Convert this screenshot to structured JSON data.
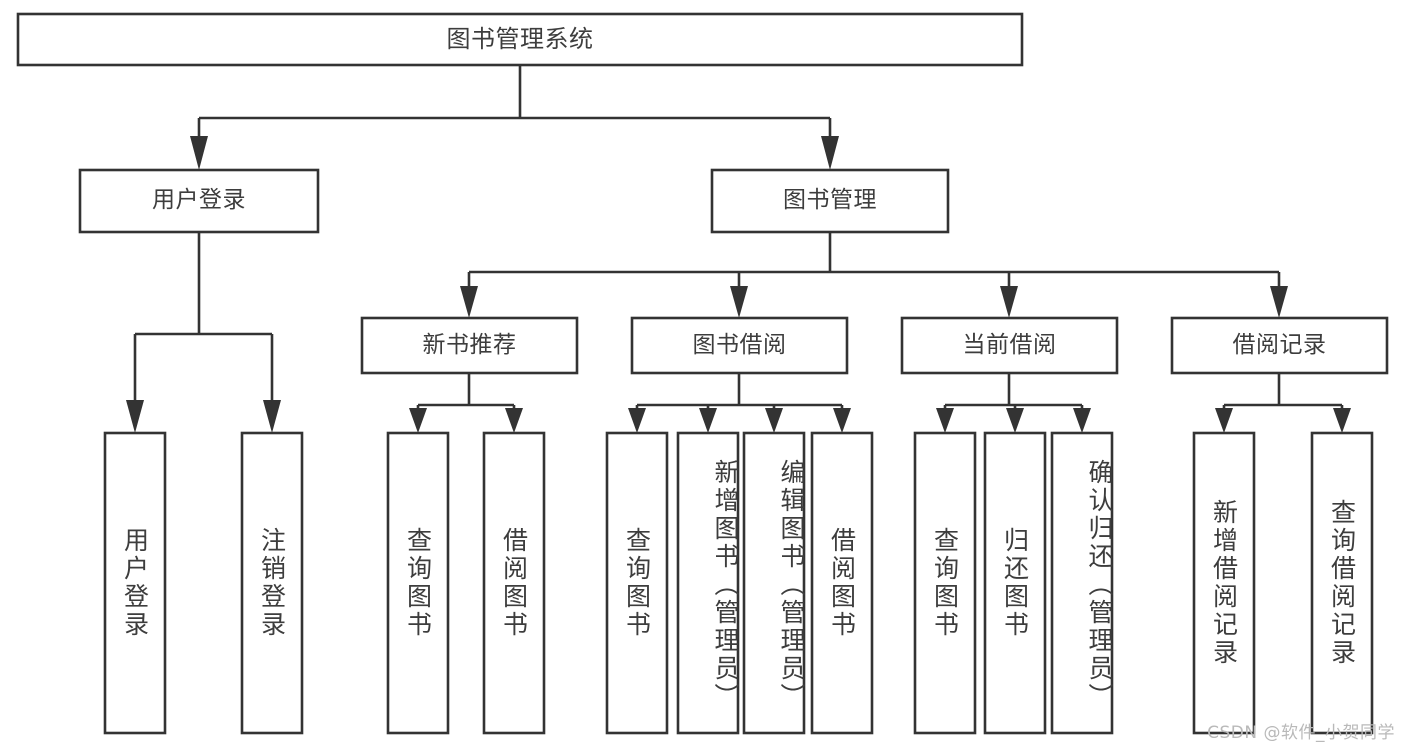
{
  "diagram": {
    "type": "tree-hierarchy",
    "title": "图书管理系统",
    "orientation": "top-down",
    "colors": {
      "box_fill": "#ffffff",
      "box_stroke": "#333333",
      "text": "#3d3d3d",
      "background": "#ffffff",
      "watermark": "#b9b9b9"
    },
    "levels": {
      "root": {
        "label": "图书管理系统"
      },
      "level2": [
        {
          "id": "user-login",
          "label": "用户登录"
        },
        {
          "id": "book-manage",
          "label": "图书管理"
        }
      ],
      "level3": [
        {
          "id": "new-book-recommend",
          "label": "新书推荐",
          "parent": "book-manage"
        },
        {
          "id": "book-borrow",
          "label": "图书借阅",
          "parent": "book-manage"
        },
        {
          "id": "current-borrow",
          "label": "当前借阅",
          "parent": "book-manage"
        },
        {
          "id": "borrow-record",
          "label": "借阅记录",
          "parent": "book-manage"
        }
      ],
      "leaves": [
        {
          "id": "leaf-user-login",
          "label": "用户登录",
          "parent": "user-login"
        },
        {
          "id": "leaf-logout",
          "label": "注销登录",
          "parent": "user-login"
        },
        {
          "id": "leaf-query-book-1",
          "label": "查询图书",
          "parent": "new-book-recommend"
        },
        {
          "id": "leaf-borrow-book-1",
          "label": "借阅图书",
          "parent": "new-book-recommend"
        },
        {
          "id": "leaf-query-book-2",
          "label": "查询图书",
          "parent": "book-borrow"
        },
        {
          "id": "leaf-add-book",
          "label": "新增图书（管理员）",
          "parent": "book-borrow"
        },
        {
          "id": "leaf-edit-book",
          "label": "编辑图书（管理员）",
          "parent": "book-borrow"
        },
        {
          "id": "leaf-borrow-book-2",
          "label": "借阅图书",
          "parent": "book-borrow"
        },
        {
          "id": "leaf-query-book-3",
          "label": "查询图书",
          "parent": "current-borrow"
        },
        {
          "id": "leaf-return-book",
          "label": "归还图书",
          "parent": "current-borrow"
        },
        {
          "id": "leaf-confirm-return",
          "label": "确认归还（管理员）",
          "parent": "current-borrow"
        },
        {
          "id": "leaf-add-record",
          "label": "新增借阅记录",
          "parent": "borrow-record"
        },
        {
          "id": "leaf-query-record",
          "label": "查询借阅记录",
          "parent": "borrow-record"
        }
      ]
    }
  },
  "watermark": {
    "text": "CSDN @软件_小贺同学"
  }
}
